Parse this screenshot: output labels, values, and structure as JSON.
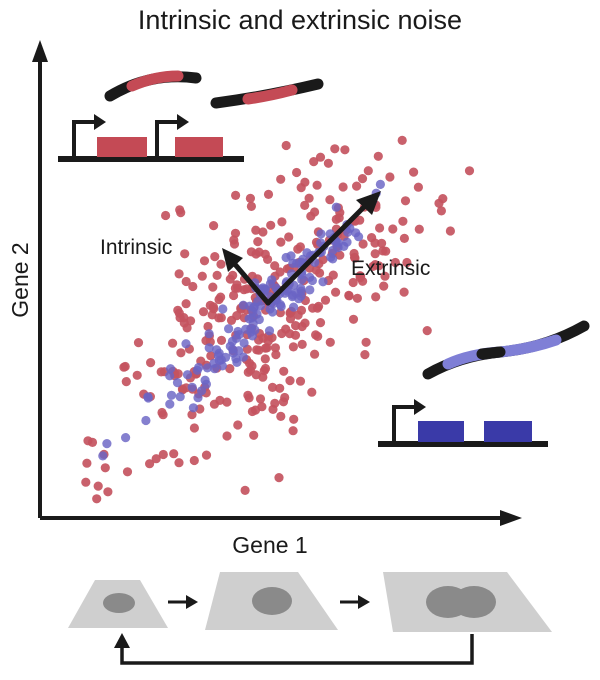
{
  "title": "Intrinsic and extrinsic noise",
  "axes": {
    "x_label": "Gene 1",
    "y_label": "Gene 2"
  },
  "arrows": {
    "intrinsic_label": "Intrinsic",
    "extrinsic_label": "Extrinsic"
  },
  "colors": {
    "red_points": "#c4545f",
    "blue_points": "#6a64c4",
    "red_gene_box": "#c44a55",
    "blue_gene_box": "#3a3aa8",
    "blue_mrna": "#7f7fd6",
    "red_mrna": "#c44a55",
    "axis": "#1a1a1a",
    "cell": "#cfcfcf",
    "nucleus": "#8a8a8a"
  },
  "icons": {
    "promoter": "promoter-arrow-icon",
    "mrna": "mrna-strand-icon",
    "cell": "cell-icon"
  }
}
